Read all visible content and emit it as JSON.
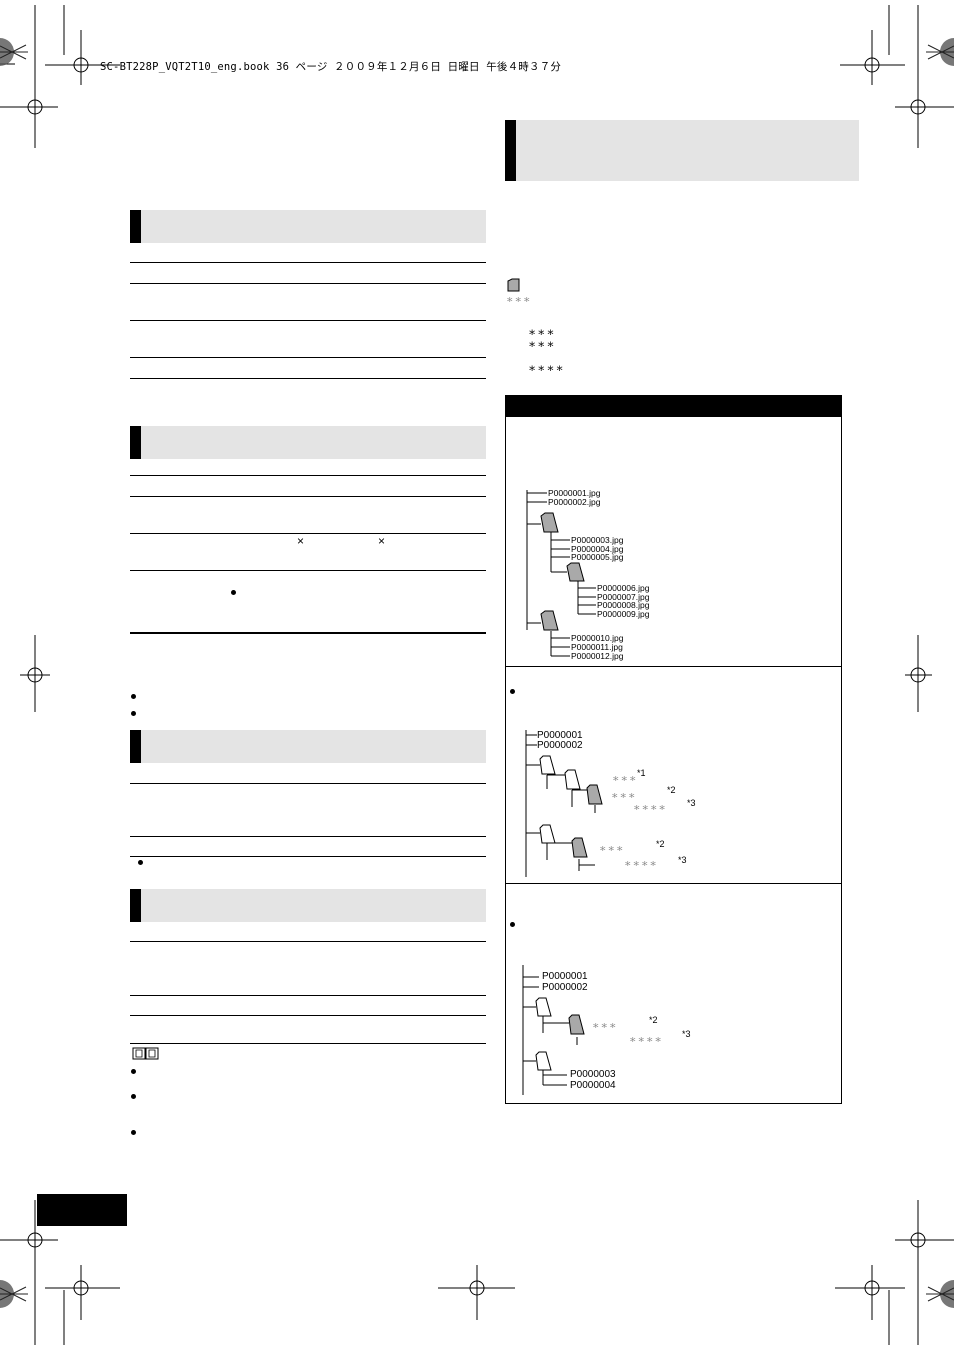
{
  "header": {
    "print_line": "SC-BT228P_VQT2T10_eng.book  36 ページ  ２００９年１２月６日  日曜日  午後４時３７分"
  },
  "left_column": {
    "multiply_sign_1": "×",
    "multiply_sign_2": "×"
  },
  "legend": {
    "folder_mark_1": "∗∗∗",
    "folder_mark_2": "∗∗∗",
    "folder_mark_3": "∗∗∗",
    "file_mark": "∗∗∗∗"
  },
  "tree1": {
    "root_files": [
      "P0000001.jpg",
      "P0000002.jpg"
    ],
    "folder1_files": [
      "P0000003.jpg",
      "P0000004.jpg",
      "P0000005.jpg"
    ],
    "subfolder_files": [
      "P0000006.jpg",
      "P0000007.jpg",
      "P0000008.jpg",
      "P0000009.jpg"
    ],
    "folder2_files": [
      "P0000010.jpg",
      "P0000011.jpg",
      "P0000012.jpg"
    ]
  },
  "tree2": {
    "root_files": [
      "P0000001",
      "P0000002"
    ],
    "folder_a": "∗∗∗",
    "folder_a_note": "*1",
    "folder_b": "∗∗∗",
    "folder_b_note": "*2",
    "file_b": "∗∗∗∗",
    "file_b_note": "*3",
    "folder_c": "∗∗∗",
    "folder_c_note": "*2",
    "file_c": "∗∗∗∗",
    "file_c_note": "*3"
  },
  "tree3": {
    "root_files": [
      "P0000001",
      "P0000002"
    ],
    "folder_a": "∗∗∗",
    "folder_a_note": "*2",
    "file_a": "∗∗∗∗",
    "file_a_note": "*3",
    "folder_b_files": [
      "P0000003",
      "P0000004"
    ]
  },
  "colors": {
    "section_bar": "#e4e4e4",
    "folder_fill_grey": "#a9a9a9",
    "ink": "#000000"
  }
}
